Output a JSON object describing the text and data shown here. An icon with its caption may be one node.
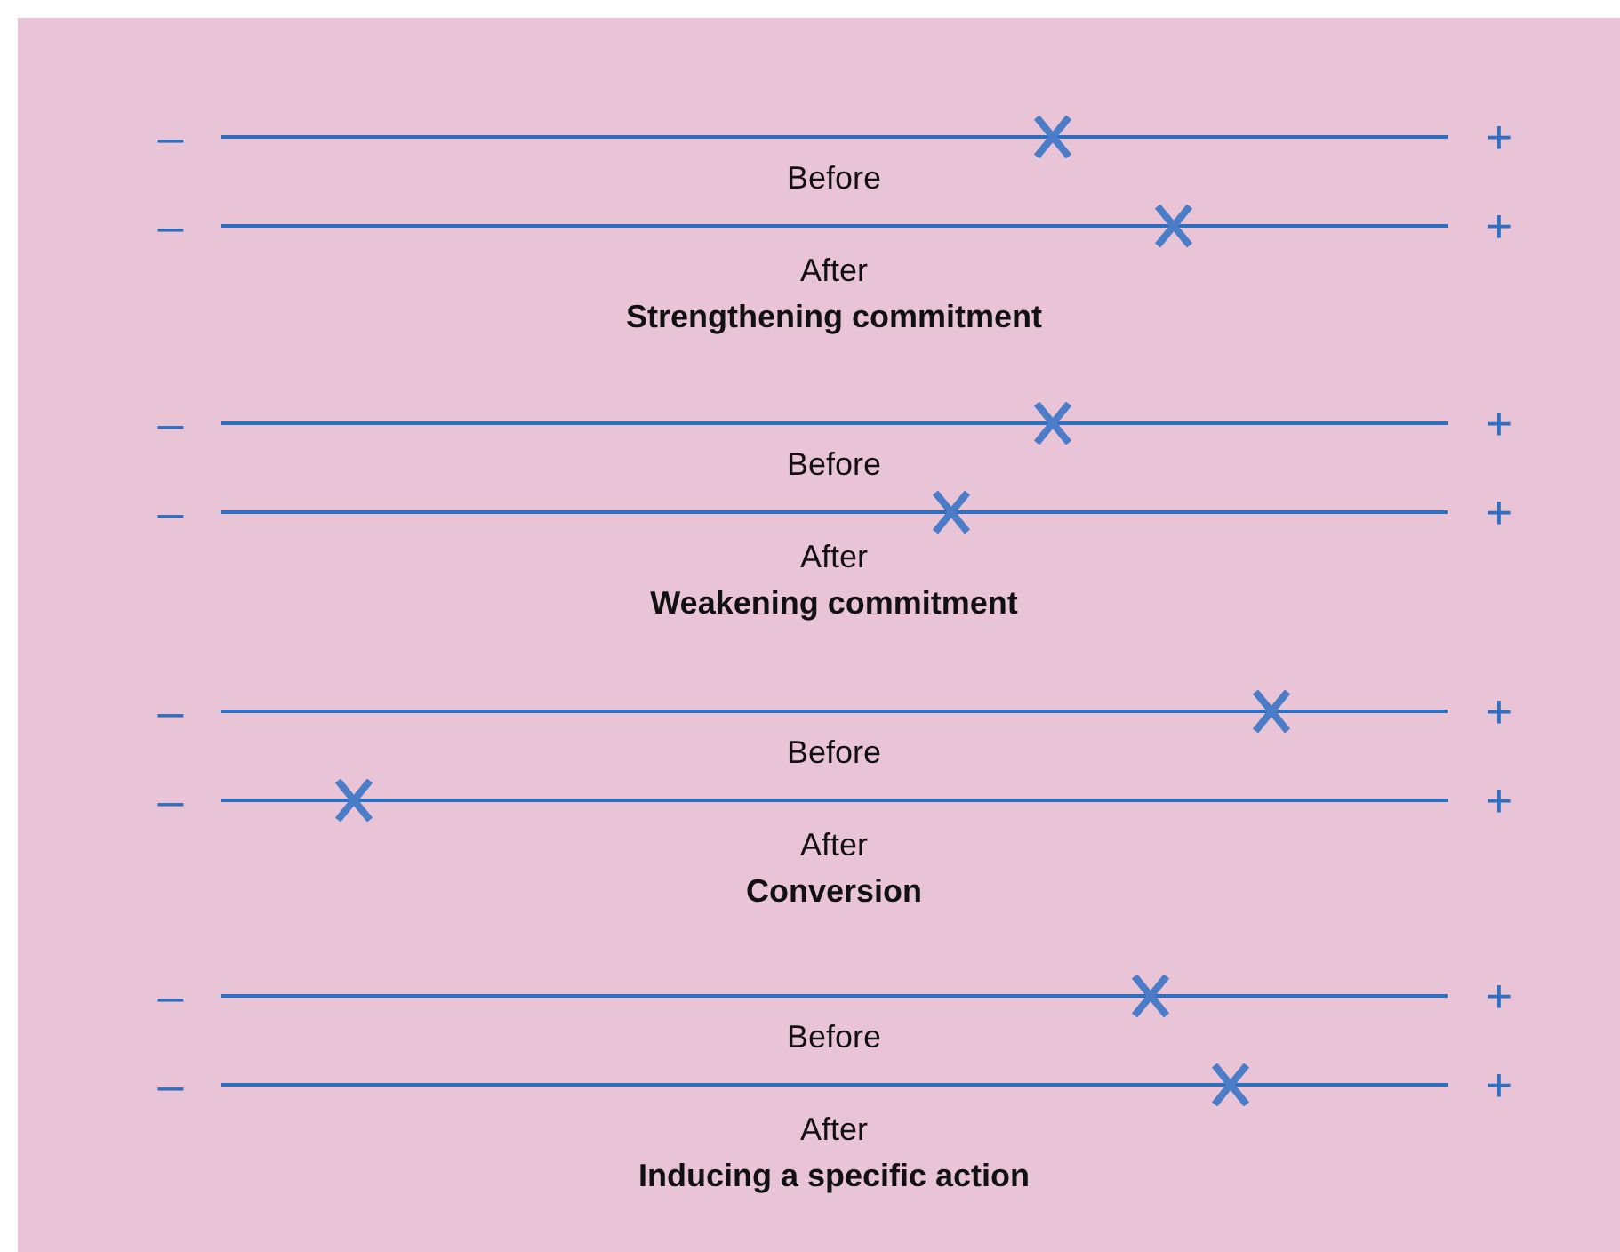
{
  "diagram": {
    "labels": [
      "–",
      "+",
      "Before",
      "–",
      "+",
      "After",
      "Strengthening commitment",
      "–",
      "+",
      "Before",
      "–",
      "+",
      "After",
      "Weakening commitment",
      "–",
      "+",
      "Before",
      "–",
      "+",
      "After",
      "Conversion",
      "–",
      "+",
      "Before",
      "–",
      "+",
      "After",
      "Inducing a specific action"
    ]
  }
}
